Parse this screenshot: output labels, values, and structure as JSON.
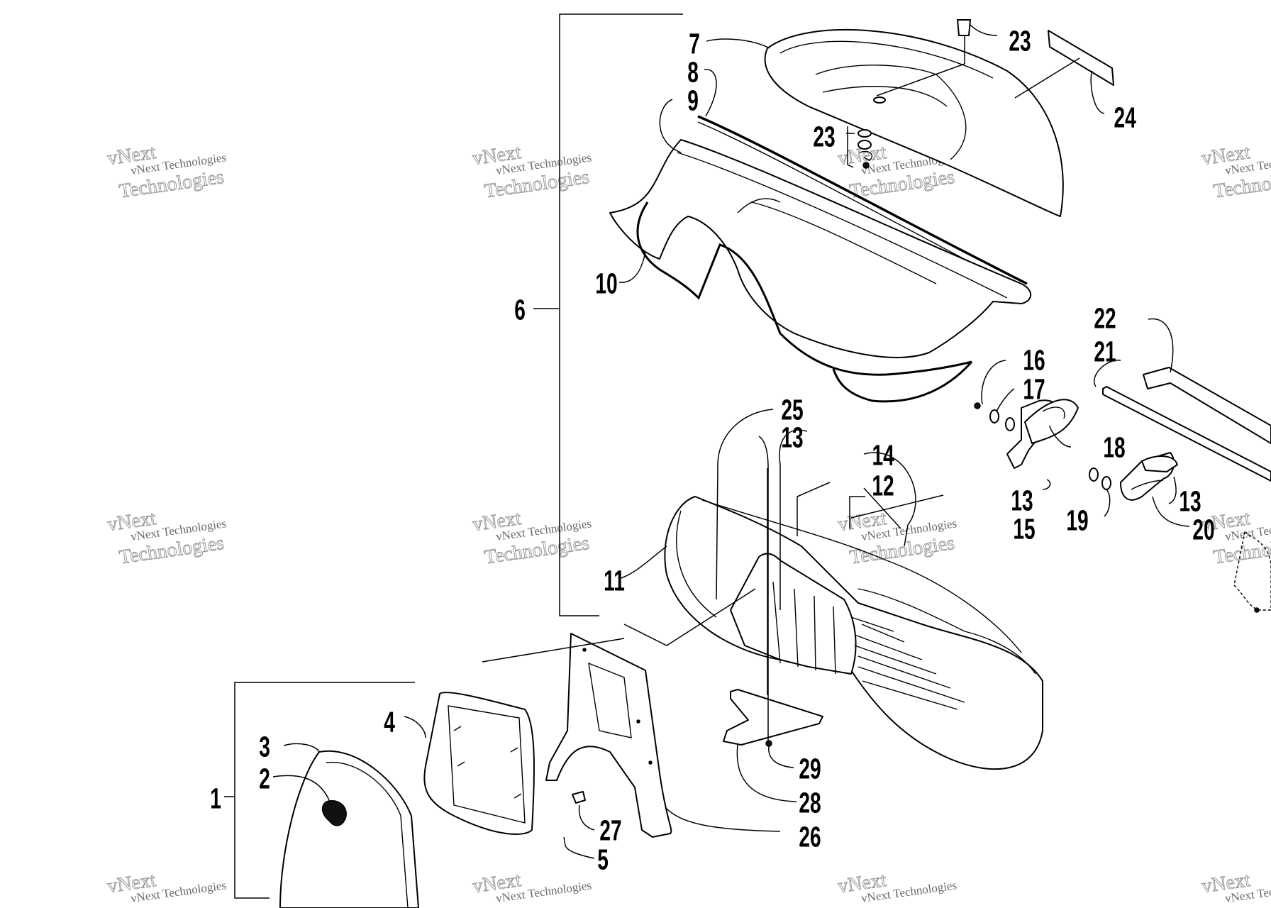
{
  "callouts": {
    "c1": "1",
    "c2": "2",
    "c3": "3",
    "c4": "4",
    "c5": "5",
    "c6": "6",
    "c7": "7",
    "c8": "8",
    "c9": "9",
    "c10": "10",
    "c11": "11",
    "c12": "12",
    "c13a": "13",
    "c13b": "13",
    "c13c": "13",
    "c14": "14",
    "c15": "15",
    "c16": "16",
    "c17": "17",
    "c18": "18",
    "c19": "19",
    "c20": "20",
    "c21": "21",
    "c22": "22",
    "c23a": "23",
    "c23b": "23",
    "c24": "24",
    "c25": "25",
    "c26": "26",
    "c27": "27",
    "c28": "28",
    "c29": "29"
  },
  "watermark": {
    "line1": "vNext Technologies",
    "line2": "Technologies",
    "line3": "vNext"
  },
  "colors": {
    "ink": "#000000",
    "paper": "#ffffff",
    "watermark": "#8a8a8a"
  }
}
